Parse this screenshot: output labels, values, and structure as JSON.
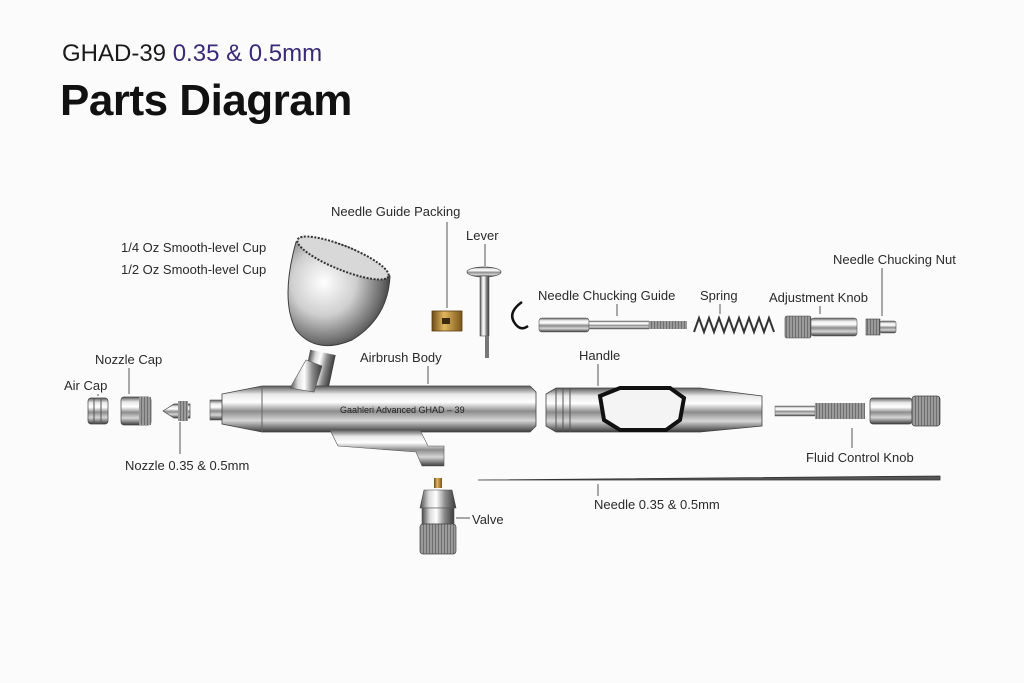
{
  "header": {
    "model": "GHAD-39",
    "sizes": "0.35 & 0.5mm",
    "title": "Parts Diagram"
  },
  "body_engraving": "Gaahleri   Advanced   GHAD – 39",
  "labels": {
    "cup_quarter": "1/4 Oz Smooth-level Cup",
    "cup_half": "1/2 Oz Smooth-level Cup",
    "needle_guide_packing": "Needle Guide Packing",
    "lever": "Lever",
    "needle_chucking_guide": "Needle Chucking Guide",
    "spring": "Spring",
    "adjustment_knob": "Adjustment Knob",
    "needle_chucking_nut": "Needle Chucking Nut",
    "nozzle_cap": "Nozzle Cap",
    "air_cap": "Air Cap",
    "airbrush_body": "Airbrush Body",
    "handle": "Handle",
    "nozzle": "Nozzle 0.35 & 0.5mm",
    "fluid_control_knob": "Fluid Control Knob",
    "needle": "Needle 0.35 & 0.5mm",
    "valve": "Valve"
  }
}
